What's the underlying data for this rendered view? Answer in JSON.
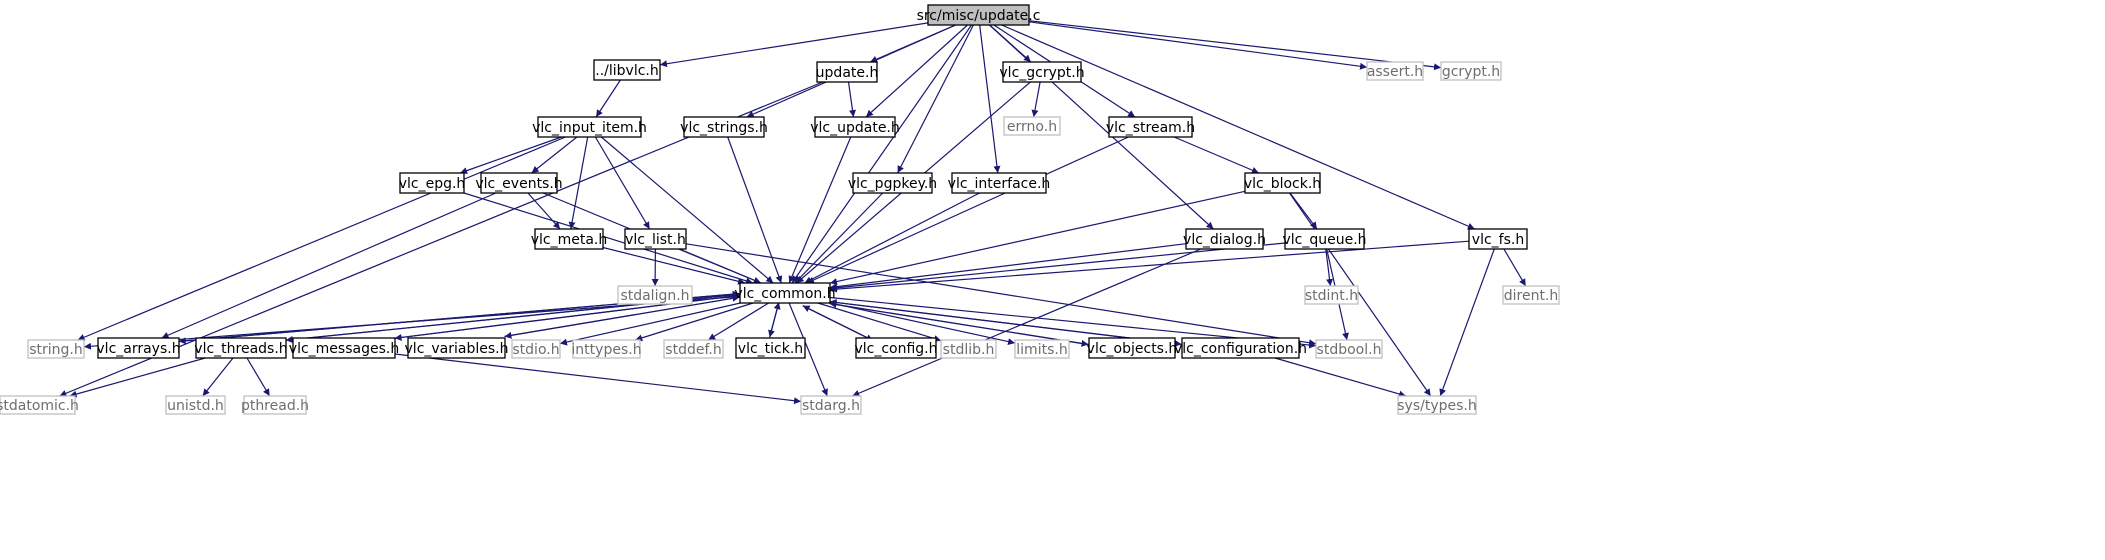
{
  "diagram": {
    "colors": {
      "edge": "#191970",
      "box_stroke_local": "#000000",
      "box_stroke_system": "#bfbfbf",
      "root_fill": "#bfbfbf",
      "text_local": "#000000",
      "text_system": "#6e6e6e"
    },
    "nodes": [
      {
        "id": "update_c",
        "label": "src/misc/update.c",
        "kind": "root"
      },
      {
        "id": "libvlc_h",
        "label": "../libvlc.h",
        "kind": "local"
      },
      {
        "id": "update_h",
        "label": "update.h",
        "kind": "local"
      },
      {
        "id": "vlc_gcrypt_h",
        "label": "vlc_gcrypt.h",
        "kind": "local"
      },
      {
        "id": "assert_h",
        "label": "assert.h",
        "kind": "system"
      },
      {
        "id": "gcrypt_h",
        "label": "gcrypt.h",
        "kind": "system"
      },
      {
        "id": "vlc_input_item_h",
        "label": "vlc_input_item.h",
        "kind": "local"
      },
      {
        "id": "vlc_strings_h",
        "label": "vlc_strings.h",
        "kind": "local"
      },
      {
        "id": "vlc_update_h",
        "label": "vlc_update.h",
        "kind": "local"
      },
      {
        "id": "errno_h",
        "label": "errno.h",
        "kind": "system"
      },
      {
        "id": "vlc_stream_h",
        "label": "vlc_stream.h",
        "kind": "local"
      },
      {
        "id": "vlc_epg_h",
        "label": "vlc_epg.h",
        "kind": "local"
      },
      {
        "id": "vlc_events_h",
        "label": "vlc_events.h",
        "kind": "local"
      },
      {
        "id": "vlc_pgpkey_h",
        "label": "vlc_pgpkey.h",
        "kind": "local"
      },
      {
        "id": "vlc_interface_h",
        "label": "vlc_interface.h",
        "kind": "local"
      },
      {
        "id": "vlc_block_h",
        "label": "vlc_block.h",
        "kind": "local"
      },
      {
        "id": "vlc_meta_h",
        "label": "vlc_meta.h",
        "kind": "local"
      },
      {
        "id": "vlc_list_h",
        "label": "vlc_list.h",
        "kind": "local"
      },
      {
        "id": "vlc_dialog_h",
        "label": "vlc_dialog.h",
        "kind": "local"
      },
      {
        "id": "vlc_queue_h",
        "label": "vlc_queue.h",
        "kind": "local"
      },
      {
        "id": "vlc_fs_h",
        "label": "vlc_fs.h",
        "kind": "local"
      },
      {
        "id": "stdalign_h",
        "label": "stdalign.h",
        "kind": "system"
      },
      {
        "id": "vlc_common_h",
        "label": "vlc_common.h",
        "kind": "local"
      },
      {
        "id": "stdint_h",
        "label": "stdint.h",
        "kind": "system"
      },
      {
        "id": "dirent_h",
        "label": "dirent.h",
        "kind": "system"
      },
      {
        "id": "string_h",
        "label": "string.h",
        "kind": "system"
      },
      {
        "id": "vlc_arrays_h",
        "label": "vlc_arrays.h",
        "kind": "local"
      },
      {
        "id": "vlc_threads_h",
        "label": "vlc_threads.h",
        "kind": "local"
      },
      {
        "id": "vlc_messages_h",
        "label": "vlc_messages.h",
        "kind": "local"
      },
      {
        "id": "vlc_variables_h",
        "label": "vlc_variables.h",
        "kind": "local"
      },
      {
        "id": "stdio_h",
        "label": "stdio.h",
        "kind": "system"
      },
      {
        "id": "inttypes_h",
        "label": "inttypes.h",
        "kind": "system"
      },
      {
        "id": "stddef_h",
        "label": "stddef.h",
        "kind": "system"
      },
      {
        "id": "vlc_tick_h",
        "label": "vlc_tick.h",
        "kind": "local"
      },
      {
        "id": "vlc_config_h",
        "label": "vlc_config.h",
        "kind": "local"
      },
      {
        "id": "stdlib_h",
        "label": "stdlib.h",
        "kind": "system"
      },
      {
        "id": "limits_h",
        "label": "limits.h",
        "kind": "system"
      },
      {
        "id": "vlc_objects_h",
        "label": "vlc_objects.h",
        "kind": "local"
      },
      {
        "id": "vlc_configuration_h",
        "label": "vlc_configuration.h",
        "kind": "local"
      },
      {
        "id": "stdbool_h",
        "label": "stdbool.h",
        "kind": "system"
      },
      {
        "id": "stdatomic_h",
        "label": "stdatomic.h",
        "kind": "system"
      },
      {
        "id": "unistd_h",
        "label": "unistd.h",
        "kind": "system"
      },
      {
        "id": "pthread_h",
        "label": "pthread.h",
        "kind": "system"
      },
      {
        "id": "stdarg_h",
        "label": "stdarg.h",
        "kind": "system"
      },
      {
        "id": "sys_types_h",
        "label": "sys/types.h",
        "kind": "system"
      }
    ],
    "edges": [
      [
        "update_c",
        "libvlc_h"
      ],
      [
        "update_c",
        "update_h"
      ],
      [
        "update_c",
        "vlc_gcrypt_h"
      ],
      [
        "update_c",
        "assert_h"
      ],
      [
        "update_c",
        "gcrypt_h"
      ],
      [
        "update_c",
        "vlc_strings_h"
      ],
      [
        "update_c",
        "vlc_update_h"
      ],
      [
        "update_c",
        "vlc_common_h"
      ],
      [
        "update_c",
        "vlc_pgpkey_h"
      ],
      [
        "update_c",
        "vlc_interface_h"
      ],
      [
        "update_c",
        "vlc_stream_h"
      ],
      [
        "update_c",
        "vlc_dialog_h"
      ],
      [
        "update_c",
        "vlc_fs_h"
      ],
      [
        "libvlc_h",
        "vlc_input_item_h"
      ],
      [
        "update_h",
        "vlc_update_h"
      ],
      [
        "update_h",
        "stdatomic_h"
      ],
      [
        "vlc_gcrypt_h",
        "errno_h"
      ],
      [
        "vlc_gcrypt_h",
        "vlc_common_h"
      ],
      [
        "vlc_input_item_h",
        "vlc_epg_h"
      ],
      [
        "vlc_input_item_h",
        "vlc_events_h"
      ],
      [
        "vlc_input_item_h",
        "vlc_meta_h"
      ],
      [
        "vlc_input_item_h",
        "vlc_list_h"
      ],
      [
        "vlc_input_item_h",
        "vlc_common_h"
      ],
      [
        "vlc_input_item_h",
        "string_h"
      ],
      [
        "vlc_strings_h",
        "vlc_common_h"
      ],
      [
        "vlc_update_h",
        "vlc_common_h"
      ],
      [
        "vlc_stream_h",
        "vlc_block_h"
      ],
      [
        "vlc_stream_h",
        "vlc_common_h"
      ],
      [
        "vlc_epg_h",
        "vlc_common_h"
      ],
      [
        "vlc_events_h",
        "vlc_meta_h"
      ],
      [
        "vlc_events_h",
        "vlc_common_h"
      ],
      [
        "vlc_events_h",
        "vlc_arrays_h"
      ],
      [
        "vlc_pgpkey_h",
        "vlc_common_h"
      ],
      [
        "vlc_interface_h",
        "vlc_common_h"
      ],
      [
        "vlc_block_h",
        "vlc_queue_h"
      ],
      [
        "vlc_block_h",
        "vlc_common_h"
      ],
      [
        "vlc_block_h",
        "sys_types_h"
      ],
      [
        "vlc_meta_h",
        "vlc_common_h"
      ],
      [
        "vlc_list_h",
        "stdalign_h"
      ],
      [
        "vlc_list_h",
        "vlc_common_h"
      ],
      [
        "vlc_list_h",
        "stdbool_h"
      ],
      [
        "vlc_dialog_h",
        "vlc_common_h"
      ],
      [
        "vlc_dialog_h",
        "stdarg_h"
      ],
      [
        "vlc_queue_h",
        "vlc_common_h"
      ],
      [
        "vlc_queue_h",
        "stdint_h"
      ],
      [
        "vlc_queue_h",
        "stdbool_h"
      ],
      [
        "vlc_fs_h",
        "vlc_common_h"
      ],
      [
        "vlc_fs_h",
        "dirent_h"
      ],
      [
        "vlc_fs_h",
        "sys_types_h"
      ],
      [
        "vlc_common_h",
        "string_h"
      ],
      [
        "vlc_common_h",
        "vlc_arrays_h"
      ],
      [
        "vlc_common_h",
        "vlc_threads_h"
      ],
      [
        "vlc_common_h",
        "vlc_messages_h"
      ],
      [
        "vlc_common_h",
        "vlc_variables_h"
      ],
      [
        "vlc_common_h",
        "stdio_h"
      ],
      [
        "vlc_common_h",
        "inttypes_h"
      ],
      [
        "vlc_common_h",
        "stddef_h"
      ],
      [
        "vlc_common_h",
        "vlc_tick_h"
      ],
      [
        "vlc_common_h",
        "vlc_config_h"
      ],
      [
        "vlc_common_h",
        "stdlib_h"
      ],
      [
        "vlc_common_h",
        "limits_h"
      ],
      [
        "vlc_common_h",
        "vlc_objects_h"
      ],
      [
        "vlc_common_h",
        "vlc_configuration_h"
      ],
      [
        "vlc_common_h",
        "stdbool_h"
      ],
      [
        "vlc_common_h",
        "stdarg_h"
      ],
      [
        "vlc_arrays_h",
        "vlc_common_h"
      ],
      [
        "vlc_threads_h",
        "vlc_common_h"
      ],
      [
        "vlc_messages_h",
        "vlc_common_h"
      ],
      [
        "vlc_variables_h",
        "vlc_common_h"
      ],
      [
        "vlc_tick_h",
        "vlc_common_h"
      ],
      [
        "vlc_config_h",
        "vlc_common_h"
      ],
      [
        "vlc_objects_h",
        "vlc_common_h"
      ],
      [
        "vlc_configuration_h",
        "vlc_common_h"
      ],
      [
        "vlc_threads_h",
        "stdatomic_h"
      ],
      [
        "vlc_threads_h",
        "unistd_h"
      ],
      [
        "vlc_threads_h",
        "pthread_h"
      ],
      [
        "vlc_messages_h",
        "stdarg_h"
      ],
      [
        "vlc_configuration_h",
        "sys_types_h"
      ]
    ]
  }
}
